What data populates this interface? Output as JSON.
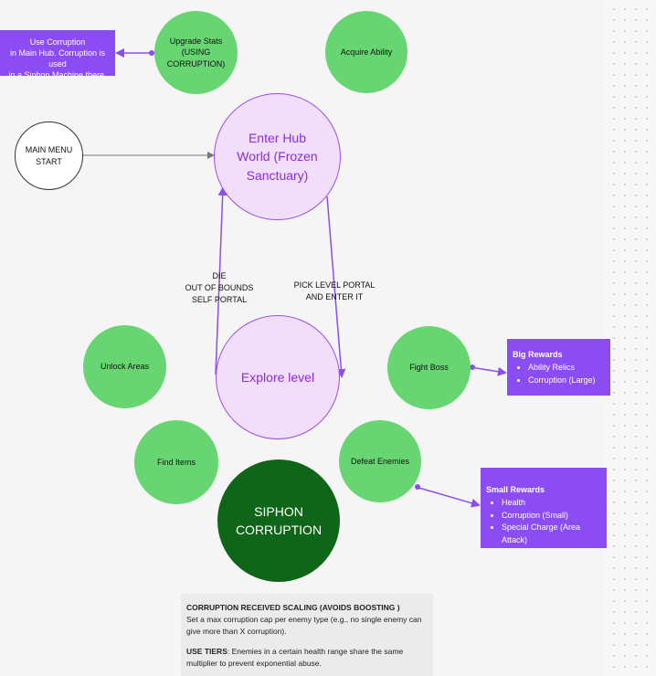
{
  "nodes": {
    "upgrade_stats": "Upgrade Stats\n(USING\nCORRUPTION)",
    "acquire_ability": "Acquire Ability",
    "main_menu": "MAIN MENU\nSTART",
    "hub_world": "Enter Hub\nWorld (Frozen\nSanctuary)",
    "unlock_areas": "Unlock Areas",
    "explore_level": "Explore level",
    "fight_boss": "Fight Boss",
    "find_items": "Find Items",
    "defeat_enemies": "Defeat Enemies",
    "siphon": "SIPHON\nCORRUPTION"
  },
  "boxes": {
    "use_corruption": "Use Corruption\nin Main Hub. Corruption is used\nin a Siphon Machine there.",
    "big_rewards": {
      "title": "Big Rewards",
      "items": [
        "Ability Relics",
        "Corruption (Large)"
      ]
    },
    "small_rewards": {
      "title": "Small Rewards",
      "items": [
        "Health",
        "Corruption (Small)",
        "Special Charge (Area Attack)"
      ]
    }
  },
  "edge_labels": {
    "return_to_hub": "DIE\nOUT OF BOUNDS\nSELF PORTAL",
    "pick_level": "PICK LEVEL PORTAL\nAND ENTER IT"
  },
  "note": {
    "heading1": "CORRUPTION RECEIVED SCALING (AVOIDS BOOSTING )",
    "text1": "Set a max corruption cap per enemy type (e.g., no single enemy can give more than X corruption).",
    "heading2": "USE TIERS",
    "text2": ": Enemies in a certain health range share the same multiplier to prevent exponential abuse."
  },
  "colors": {
    "green_node": "#67d672",
    "hub_fill": "#f1defa",
    "hub_text": "#8a2be2",
    "purple_box": "#8b4cf4",
    "siphon": "#0f6518",
    "purple_arrow": "#8b4cf4",
    "gray_arrow": "#777777"
  }
}
